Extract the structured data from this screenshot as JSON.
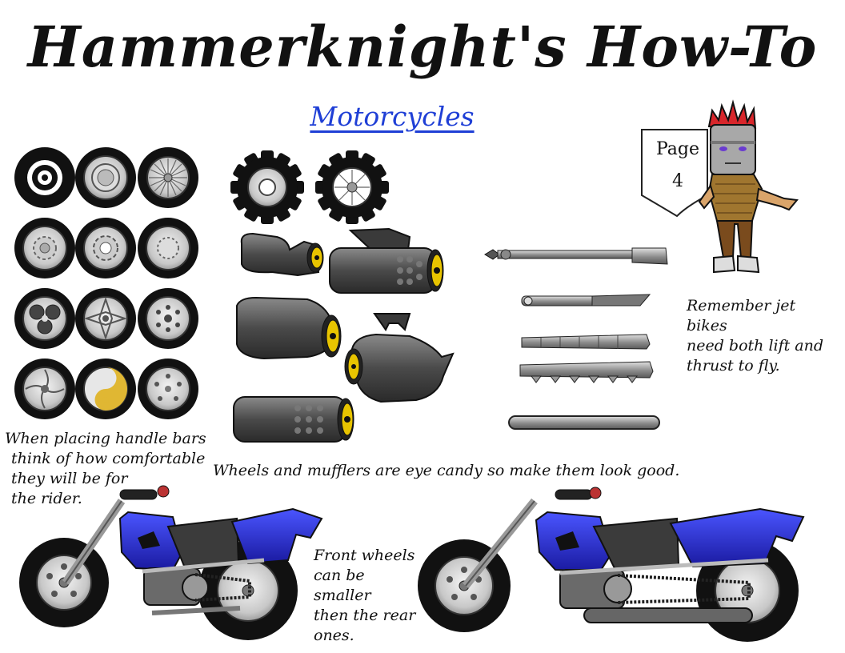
{
  "header": {
    "title": "Hammerknight's How-To",
    "subtitle": "Motorcycles"
  },
  "page_card": {
    "label": "Page",
    "number": "4"
  },
  "notes": {
    "jet_bikes": [
      "Remember jet bikes",
      "need both lift and",
      "thrust to fly."
    ],
    "handle_bars": [
      "When placing handle bars",
      "think of how comfortable",
      "they will be for",
      "the rider."
    ],
    "wheels_mufflers": "Wheels and mufflers are eye candy so make them look good.",
    "front_wheels": [
      "Front wheels",
      "can be smaller",
      "then the rear",
      "ones."
    ]
  },
  "colors": {
    "subtitle_blue": "#1f3fd6",
    "bike_blue": "#2b2fd0",
    "muffler_gold": "#e8c400",
    "hair_red": "#d8262b"
  },
  "icons": {
    "wheel_grid": "wheel-icon",
    "gears": "gear-icon",
    "mufflers": "muffler-icon",
    "handlebars": "handlebar-icon",
    "character": "knight-mascot",
    "bikes": "motorcycle-illustration"
  }
}
